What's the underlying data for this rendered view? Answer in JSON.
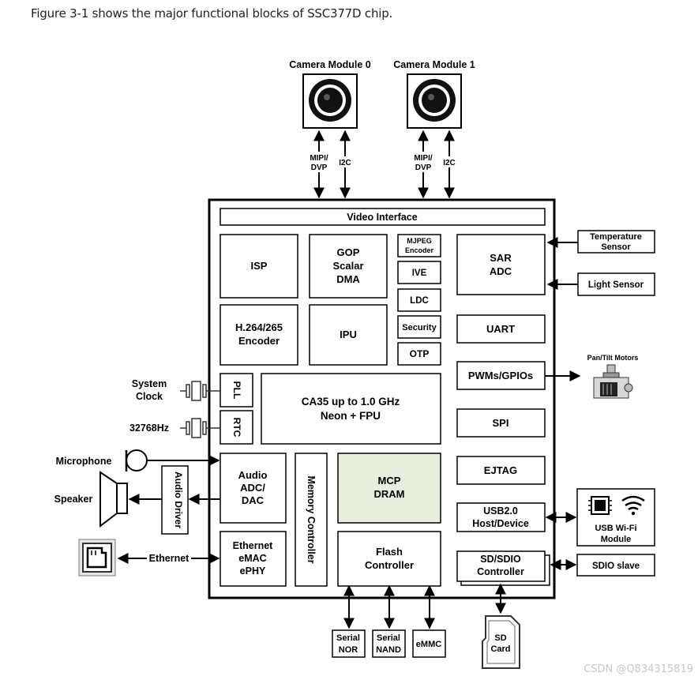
{
  "intro_text": "Figure 3-1 shows the major functional blocks of SSC377D chip.",
  "watermark": "CSDN @Q834315819",
  "cameras": {
    "cam0": "Camera Module 0",
    "cam1": "Camera Module 1",
    "mipi": [
      "MIPI/",
      "DVP"
    ],
    "i2c": "I2C"
  },
  "chip": {
    "video_interface": "Video Interface",
    "isp": "ISP",
    "gop": [
      "GOP",
      "Scalar",
      "DMA"
    ],
    "mjpeg": [
      "MJPEG",
      "Encoder"
    ],
    "ive": "IVE",
    "ldc": "LDC",
    "security": "Security",
    "otp": "OTP",
    "h264": [
      "H.264/265",
      "Encoder"
    ],
    "ipu": "IPU",
    "sar": [
      "SAR",
      "ADC"
    ],
    "uart": "UART",
    "pwm": "PWMs/GPIOs",
    "spi": "SPI",
    "ejtag": "EJTAG",
    "usb": [
      "USB2.0",
      "Host/Device"
    ],
    "sdio": [
      "SD/SDIO",
      "Controller"
    ],
    "pll": "PLL",
    "rtc": "RTC",
    "cpu": [
      "CA35 up to 1.0 GHz",
      "Neon + FPU"
    ],
    "audio": [
      "Audio",
      "ADC/",
      "DAC"
    ],
    "memctrl": "Memory Controller",
    "mcp": [
      "MCP",
      "DRAM"
    ],
    "ethernet": [
      "Ethernet",
      "eMAC",
      "ePHY"
    ],
    "flash": [
      "Flash",
      "Controller"
    ]
  },
  "external": {
    "temp_sensor": [
      "Temperature",
      "Sensor"
    ],
    "light_sensor": "Light Sensor",
    "pan_tilt": "Pan/Tilt Motors",
    "usb_wifi": [
      "USB Wi-Fi",
      "Module"
    ],
    "sdio_slave": "SDIO slave",
    "system_clock": [
      "System",
      "Clock"
    ],
    "xtal": "32768Hz",
    "microphone": "Microphone",
    "speaker": "Speaker",
    "audio_driver": "Audio Driver",
    "ethernet": "Ethernet",
    "serial_nor": [
      "Serial",
      "NOR"
    ],
    "serial_nand": [
      "Serial",
      "NAND"
    ],
    "emmc": "eMMC",
    "sd_card": [
      "SD",
      "Card"
    ]
  },
  "colors": {
    "dram_fill": "#e8eedd"
  }
}
